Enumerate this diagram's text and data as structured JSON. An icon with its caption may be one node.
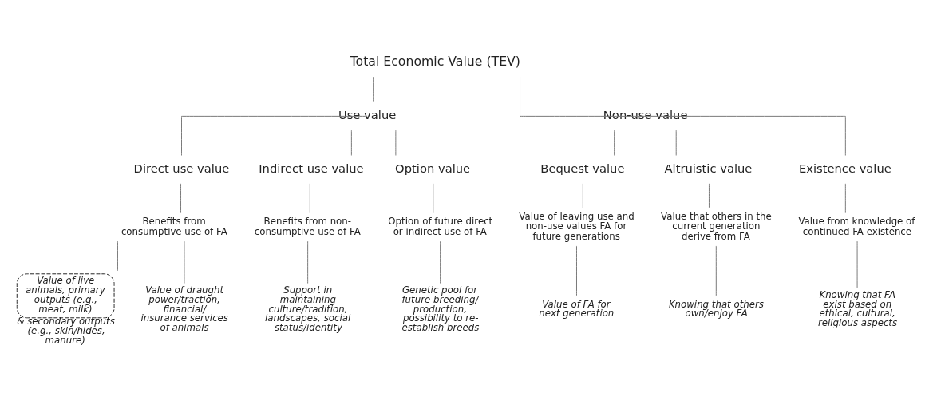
{
  "diagram": {
    "nodes": [
      {
        "text": [
          "Total Economic Value (TEV)"
        ]
      },
      {
        "text": [
          "Use value"
        ]
      },
      {
        "text": [
          "Non-use value"
        ]
      },
      {
        "text": [
          "Direct use value"
        ]
      },
      {
        "text": [
          "Indirect use value"
        ]
      },
      {
        "text": [
          "Option value"
        ]
      },
      {
        "text": [
          "Bequest value"
        ]
      },
      {
        "text": [
          "Altruistic value"
        ]
      },
      {
        "text": [
          "Existence value"
        ]
      },
      {
        "text": [
          "Benefits from consumptive use of FA"
        ]
      },
      {
        "text": [
          "Benefits from non-consumptive use of FA"
        ]
      },
      {
        "text": [
          "Option of future direct or indirect use of FA"
        ]
      },
      {
        "text": [
          "Value of leaving use and non-use values FA for future generations"
        ]
      },
      {
        "text": [
          "Value that others in the current generation derive from FA"
        ]
      },
      {
        "text": [
          "Value from knowledge of continued FA existence"
        ]
      },
      {
        "text": [
          "Value of live animals, primary outputs (e.g., meat, milk)"
        ],
        "beside": [
          "& secondary outputs (e.g., skin/hides, manure)"
        ]
      },
      {
        "text": [
          "Value of draught power/traction, financial/ insurance services of animals"
        ]
      },
      {
        "text": [
          "Support in maintaining culture/tradition, landscapes, social status/identity"
        ]
      },
      {
        "text": [
          "Genetic pool for future breeding/ production, possibility to re-establish breeds"
        ]
      },
      {
        "text": [
          "Value of FA for next generation"
        ]
      },
      {
        "text": [
          "Knowing that others own/enjoy FA"
        ]
      },
      {
        "text": [
          "Knowing that FA exist based on ethical, cultural, religious aspects"
        ]
      }
    ],
    "edges": [
      {
        "from": 0,
        "to": 1,
        "arrow": "none"
      },
      {
        "from": 0,
        "to": 2,
        "arrow": "none"
      },
      {
        "from": 1,
        "to": 3,
        "arrow": "none"
      },
      {
        "from": 1,
        "to": 4,
        "arrow": "none"
      },
      {
        "from": 1,
        "to": 5,
        "arrow": "none"
      },
      {
        "from": 2,
        "to": 6,
        "arrow": "none"
      },
      {
        "from": 2,
        "to": 7,
        "arrow": "none"
      },
      {
        "from": 2,
        "to": 8,
        "arrow": "none"
      },
      {
        "from": 3,
        "to": 9,
        "arrow": "none"
      },
      {
        "from": 4,
        "to": 10,
        "arrow": "none"
      },
      {
        "from": 5,
        "to": 11,
        "arrow": "none"
      },
      {
        "from": 6,
        "to": 12,
        "arrow": "none"
      },
      {
        "from": 7,
        "to": 13,
        "arrow": "none"
      },
      {
        "from": 8,
        "to": 14,
        "arrow": "none"
      },
      {
        "from": 9,
        "to": 15,
        "arrow": "none"
      },
      {
        "from": 9,
        "to": 16,
        "arrow": "none"
      },
      {
        "from": 10,
        "to": 17,
        "arrow": "none"
      },
      {
        "from": 11,
        "to": 18,
        "arrow": "none"
      },
      {
        "from": 12,
        "to": 19,
        "arrow": "none"
      },
      {
        "from": 13,
        "to": 20,
        "arrow": "none"
      },
      {
        "from": 14,
        "to": 21,
        "arrow": "none"
      }
    ]
  }
}
